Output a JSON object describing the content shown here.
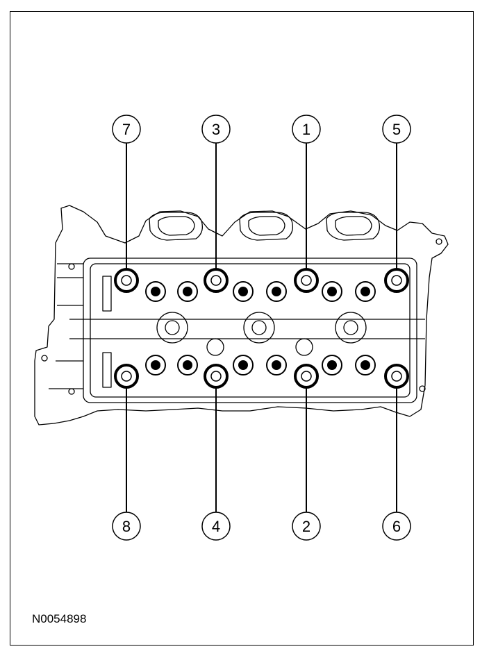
{
  "figure": {
    "reference_code": "N0054898",
    "line_color": "#000000",
    "background": "#ffffff"
  },
  "callouts_top": [
    {
      "label": "7",
      "bolt": "bolt-7"
    },
    {
      "label": "3",
      "bolt": "bolt-3"
    },
    {
      "label": "1",
      "bolt": "bolt-1"
    },
    {
      "label": "5",
      "bolt": "bolt-5"
    }
  ],
  "callouts_bottom": [
    {
      "label": "8",
      "bolt": "bolt-8"
    },
    {
      "label": "4",
      "bolt": "bolt-4"
    },
    {
      "label": "2",
      "bolt": "bolt-2"
    },
    {
      "label": "6",
      "bolt": "bolt-6"
    }
  ]
}
